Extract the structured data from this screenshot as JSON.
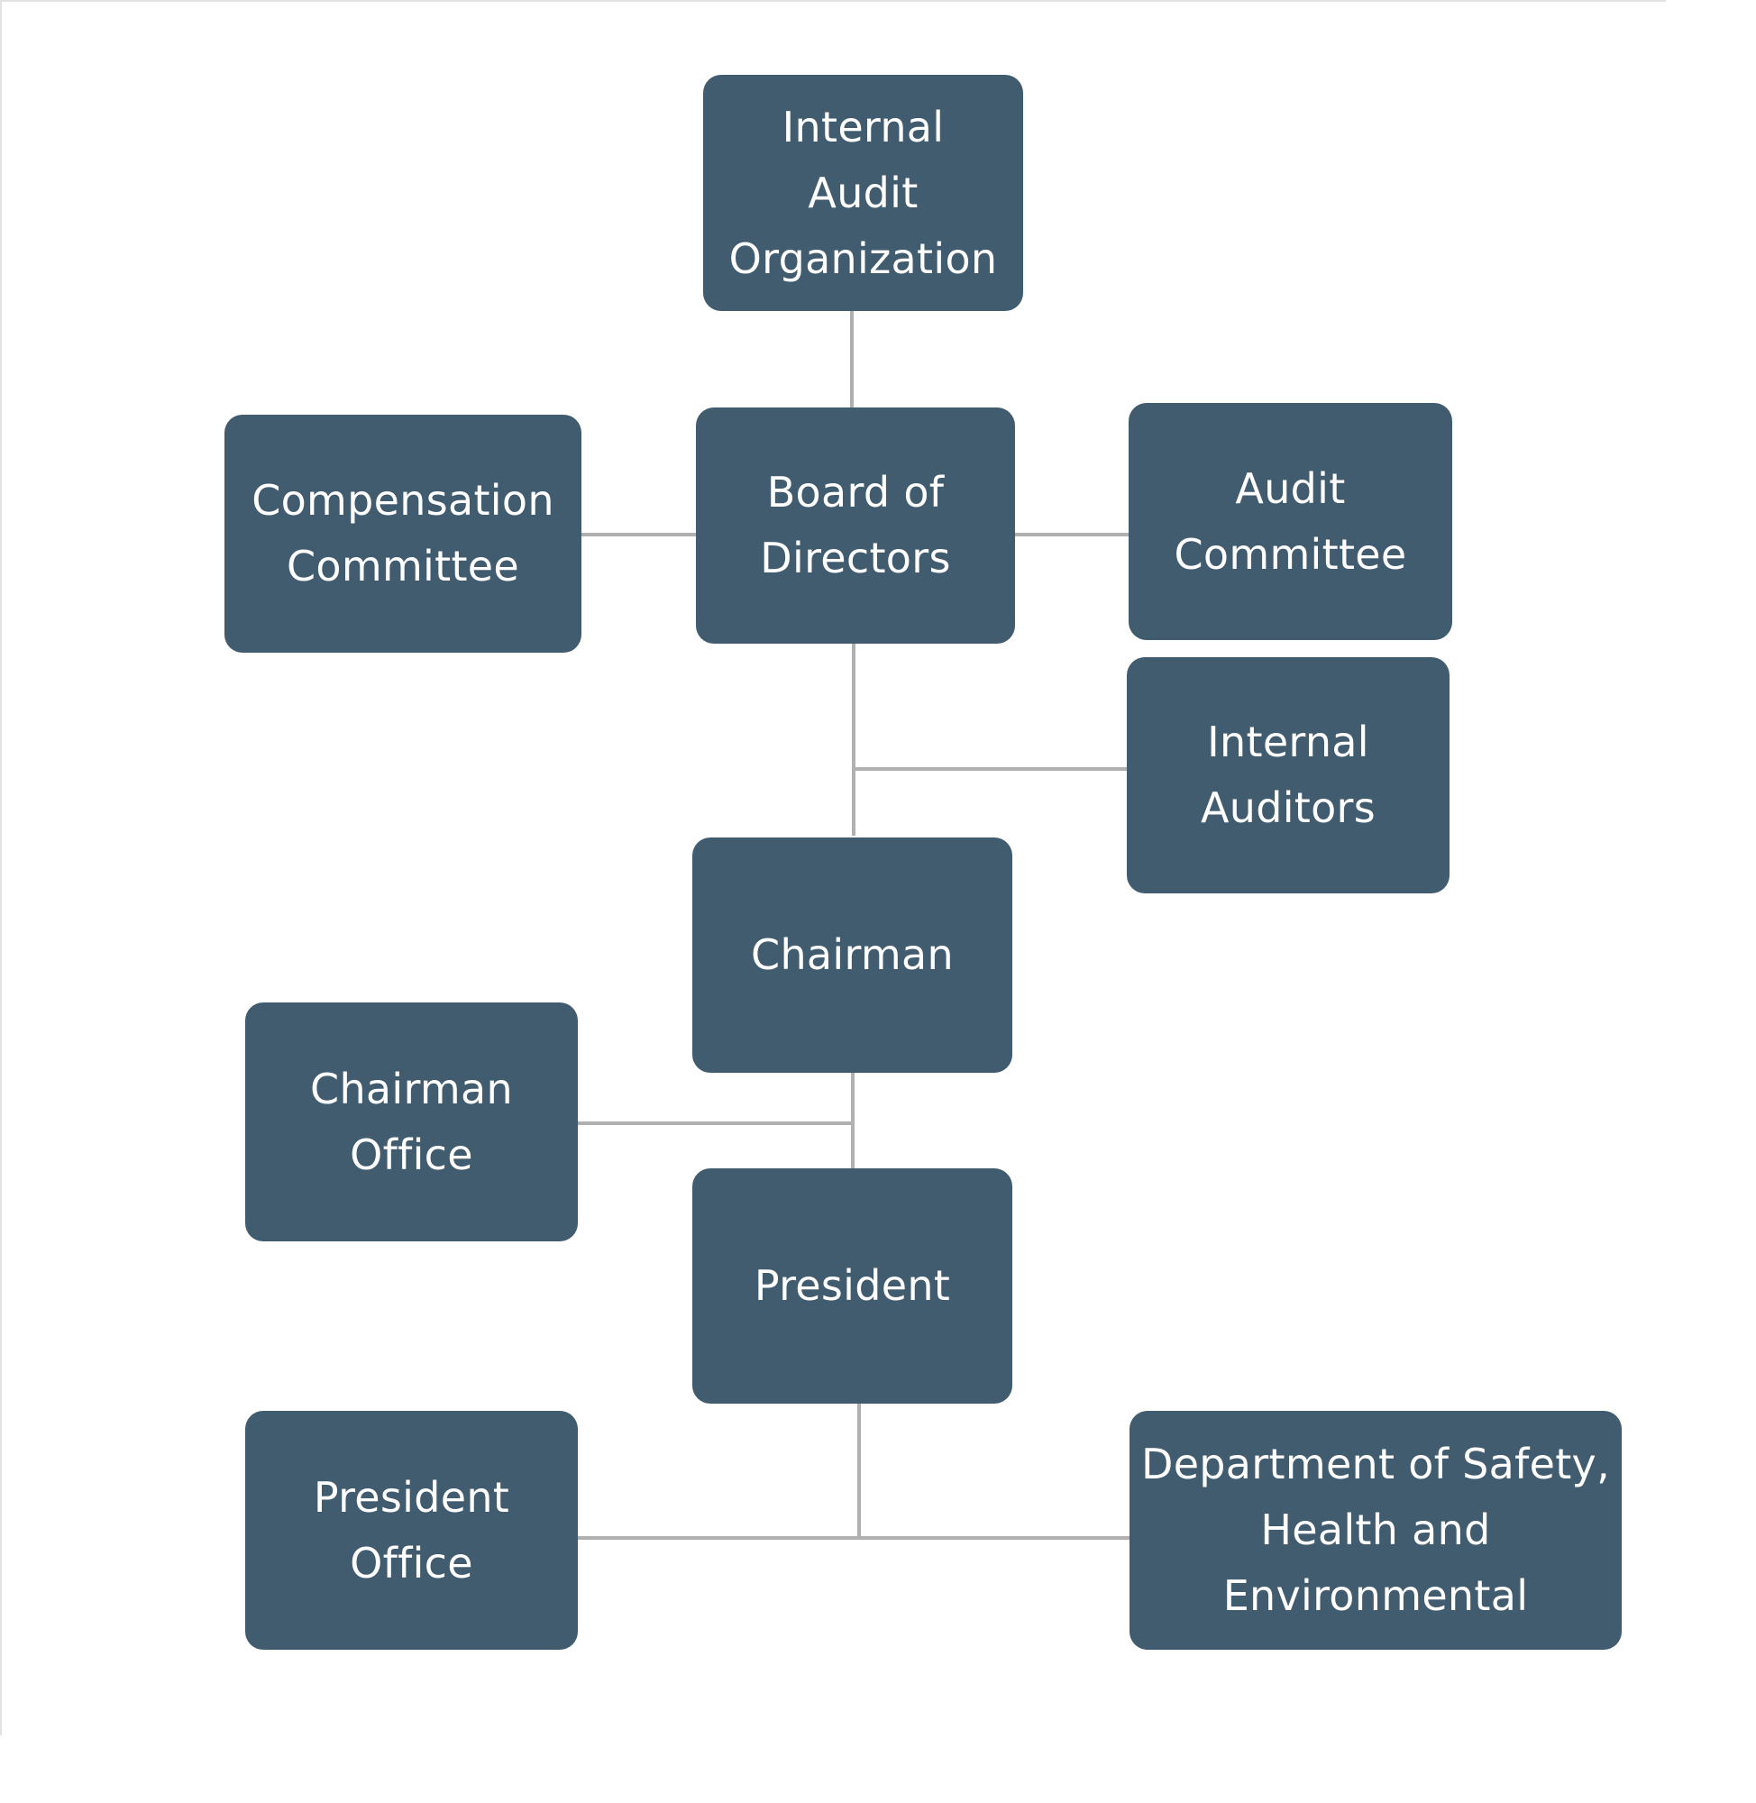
{
  "colors": {
    "node_fill": "#415c6f",
    "node_text": "#ffffff",
    "connector": "#b0b0b0",
    "background": "#ffffff"
  },
  "nodes": {
    "internal_audit_organization": "Internal\nAudit\nOrganization",
    "board_of_directors": "Board of\nDirectors",
    "compensation_committee": "Compensation\nCommittee",
    "audit_committee": "Audit\nCommittee",
    "internal_auditors": "Internal\nAuditors",
    "chairman": "Chairman",
    "chairman_office": "Chairman\nOffice",
    "president": "President",
    "president_office": "President\nOffice",
    "dept_safety_health_environmental": "Department of Safety,\nHealth and\nEnvironmental"
  }
}
